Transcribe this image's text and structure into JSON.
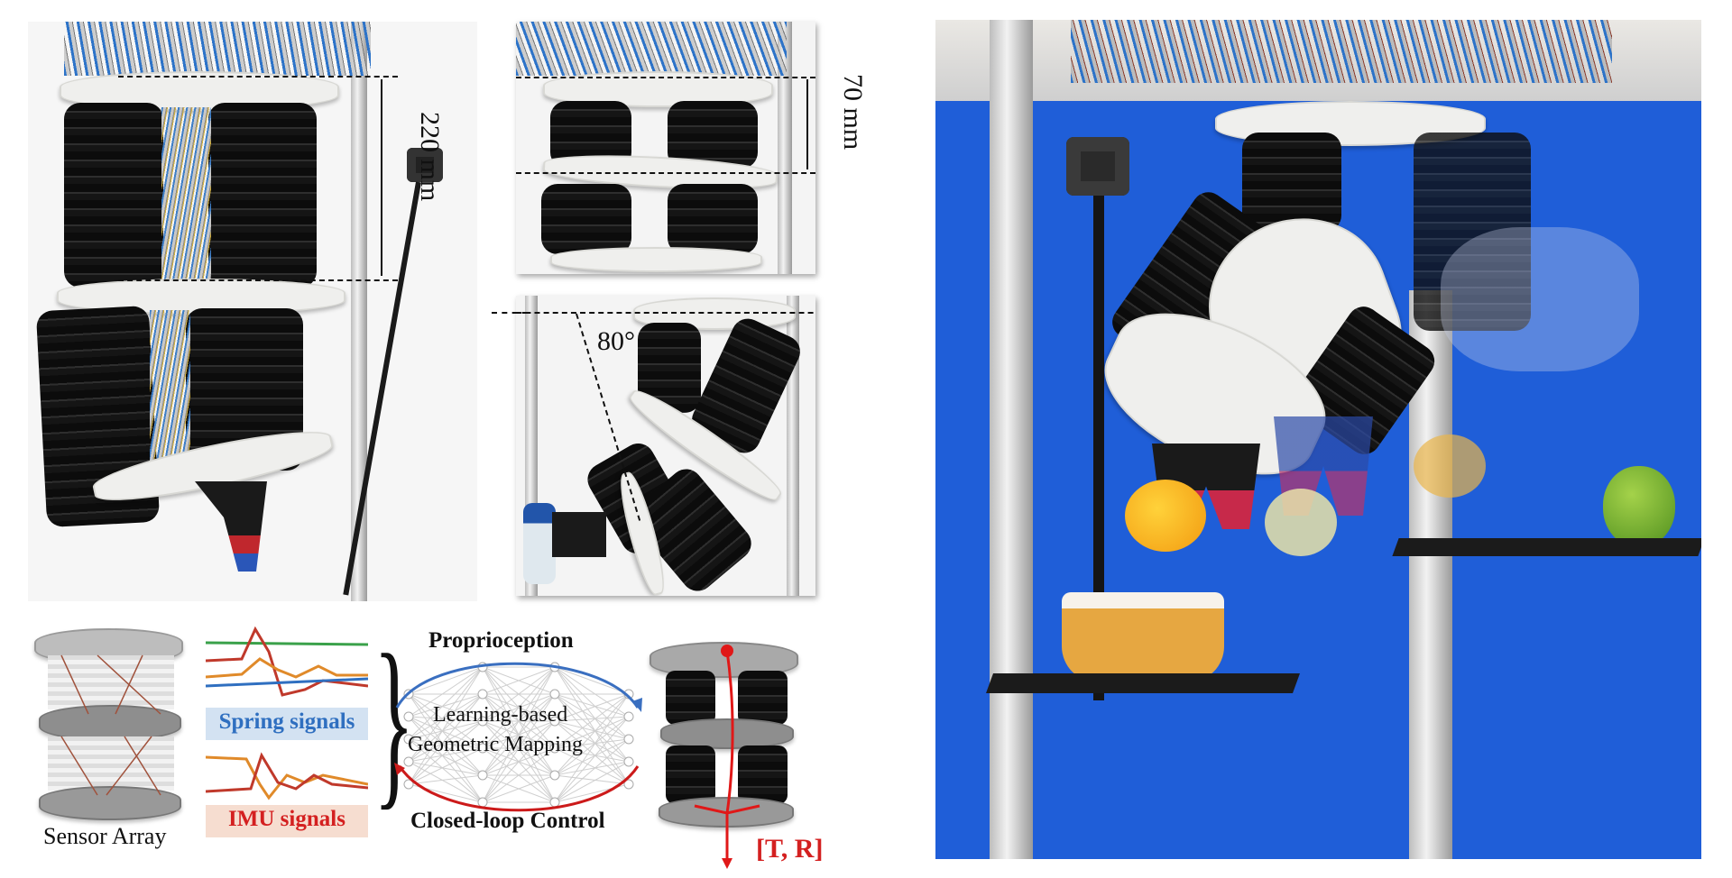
{
  "figure": {
    "panel_a": {
      "dimension_label": "220 mm"
    },
    "panel_b": {
      "dimension_label": "70 mm"
    },
    "panel_c": {
      "angle_label": "80°"
    },
    "diagram": {
      "sensor_array_label": "Sensor Array",
      "spring_signals_label": "Spring signals",
      "imu_signals_label": "IMU signals",
      "proprioception_label": "Proprioception",
      "mapping_line1": "Learning-based",
      "mapping_line2": "Geometric Mapping",
      "control_label": "Closed-loop Control",
      "output_label": "[T, R]"
    },
    "colors": {
      "backdrop_blue": "#1f5ed8",
      "spring_blue": "#2f6fc0",
      "imu_red": "#d42020",
      "proprioception_arrow": "#3a6fc0",
      "control_arrow": "#cc1a1a"
    }
  }
}
